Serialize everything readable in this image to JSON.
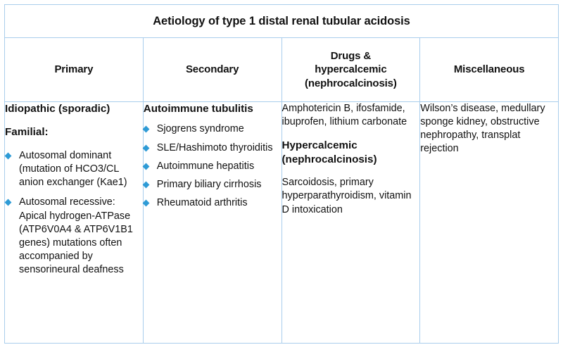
{
  "table": {
    "title": "Aetiology of type 1 distal renal tubular acidosis",
    "border_color": "#A9CDEC",
    "bullet_color": "#2E9BD6",
    "headers": [
      "Primary",
      "Secondary",
      "Drugs & hypercalcemic (nephrocalcinosis)",
      "Miscellaneous"
    ],
    "headers_lines": {
      "col3_line1": "Drugs &",
      "col3_line2": "hypercalcemic",
      "col3_line3": "(nephrocalcinosis)"
    },
    "columns": {
      "primary": {
        "heading_1": "Idiopathic (sporadic)",
        "heading_2": "Familial:",
        "bullets": [
          "Autosomal dominant (mutation of HCO3/CL anion exchanger (Kae1)",
          "Autosomal recessive: Apical hydrogen-ATPase (ATP6V0A4 & ATP6V1B1 genes) mutations often accompanied by sensorineural deafness"
        ]
      },
      "secondary": {
        "heading": "Autoimmune tubulitis",
        "bullets": [
          "Sjogrens syndrome",
          "SLE/Hashimoto thyroiditis",
          "Autoimmune hepatitis",
          "Primary biliary cirrhosis",
          "Rheumatoid arthritis"
        ]
      },
      "drugs": {
        "paragraph_1": "Amphotericin B, ifosfamide, ibuprofen, lithium carbonate",
        "heading": "Hypercalcemic (nephrocalcinosis)",
        "paragraph_2": "Sarcoidosis, primary hyperparathyroidism, vitamin D intoxication"
      },
      "miscellaneous": {
        "paragraph": "Wilson’s disease, medullary sponge kidney, obstructive nephropathy, transplat rejection"
      }
    }
  }
}
